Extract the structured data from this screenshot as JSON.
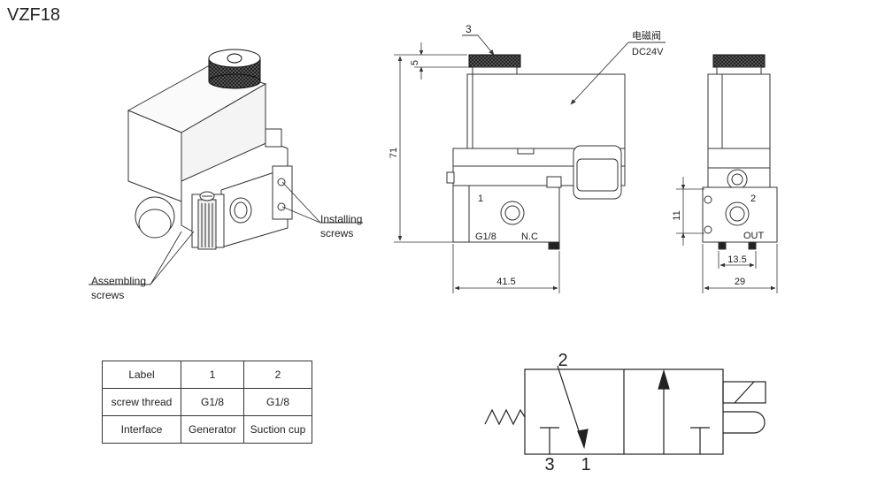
{
  "title": "VZF18",
  "iso_view": {
    "callout_assembling_l1": "Assembling",
    "callout_assembling_l2": "screws",
    "callout_installing_l1": "Installing",
    "callout_installing_l2": "screws"
  },
  "front_view": {
    "callout_item": "3",
    "coil_label": "电磁阀",
    "coil_voltage": "DC24V",
    "port_1": "1",
    "thread": "G1/8",
    "state": "N.C",
    "dim_height": "71",
    "dim_top": "5",
    "dim_width": "41.5"
  },
  "side_view": {
    "port_2": "2",
    "port_out": "OUT",
    "dim_11": "11",
    "dim_135": "13.5",
    "dim_29": "29"
  },
  "symbol": {
    "port_2": "2",
    "port_3": "3",
    "port_1": "1"
  },
  "spec_table": {
    "header": [
      "Label",
      "1",
      "2"
    ],
    "rows": [
      [
        "screw thread",
        "G1/8",
        "G1/8"
      ],
      [
        "Interface",
        "Generator",
        "Suction cup"
      ]
    ]
  }
}
